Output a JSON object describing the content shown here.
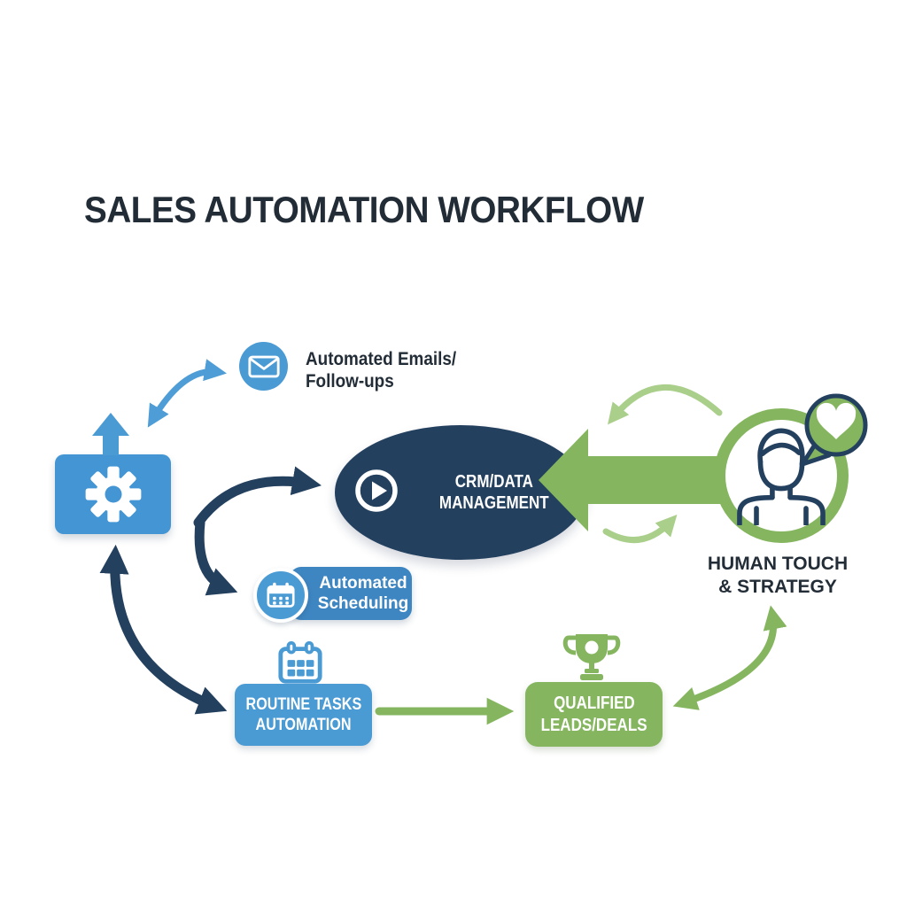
{
  "title": "SALES AUTOMATION WORKFLOW",
  "colors": {
    "blue": "#4a9ad4",
    "blue_deep": "#3e86c2",
    "navy": "#24405f",
    "green": "#85b65f",
    "green_light": "#a9cf8b",
    "text_dark": "#232d37",
    "background": "#ffffff"
  },
  "nodes": {
    "automated_emails": {
      "line1": "Automated Emails/",
      "line2": "Follow-ups",
      "icon": "envelope-icon"
    },
    "automation_engine": {
      "icon": "gear-icon"
    },
    "crm": {
      "line1": "CRM/DATA",
      "line2": "MANAGEMENT",
      "icon": "play-icon"
    },
    "automated_scheduling": {
      "line1": "Automated",
      "line2": "Scheduling",
      "icon": "calendar-icon"
    },
    "routine_tasks": {
      "line1": "ROUTINE TASKS",
      "line2": "AUTOMATION",
      "icon": "calendar-icon"
    },
    "qualified_leads": {
      "line1": "QUALIFIED",
      "line2": "LEADS/DEALS",
      "icon": "trophy-icon"
    },
    "human_touch": {
      "line1": "HUMAN TOUCH",
      "line2": "& STRATEGY",
      "icon": "person-icon"
    }
  },
  "edges": [
    {
      "from": "automation-engine",
      "to": "automated-emails",
      "style": "blue curved double-headed arrow"
    },
    {
      "from": "automation-engine",
      "to": "crm",
      "style": "navy curved arrow"
    },
    {
      "from": "automation-engine",
      "to": "automated-scheduling",
      "style": "navy curved arrow"
    },
    {
      "from": "automation-engine",
      "to": "routine-tasks",
      "style": "navy curved double-headed arrow"
    },
    {
      "from": "routine-tasks",
      "to": "qualified-leads",
      "style": "green straight arrow"
    },
    {
      "from": "qualified-leads",
      "to": "human-touch",
      "style": "green curved double-headed arrow"
    },
    {
      "from": "human-touch",
      "to": "crm",
      "style": "green block arrow with light-green cycle arcs"
    }
  ]
}
